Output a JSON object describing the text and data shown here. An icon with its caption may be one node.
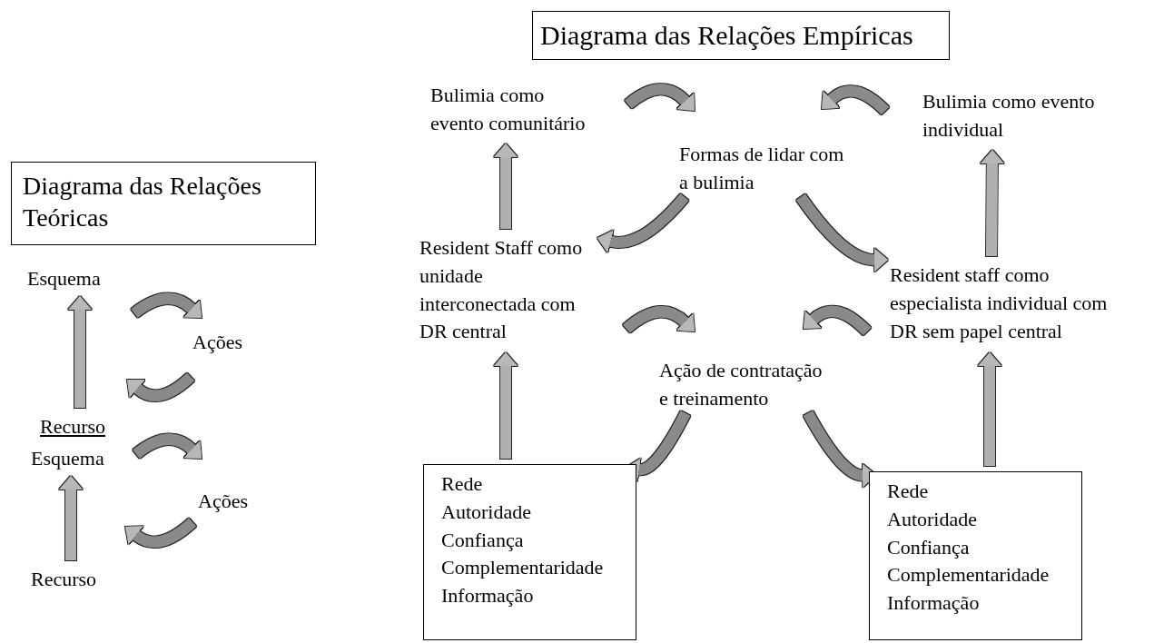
{
  "diagram": {
    "nodes": [
      {
        "text": [
          "Diagrama das Relações Teóricas"
        ]
      },
      {
        "text": [
          "Esquema"
        ]
      },
      {
        "text": [
          "Ações"
        ]
      },
      {
        "text": [
          "Recurso"
        ]
      },
      {
        "text": [
          "Esquema"
        ]
      },
      {
        "text": [
          "Ações"
        ]
      },
      {
        "text": [
          "Recurso"
        ]
      },
      {
        "text": [
          "Diagrama das Relações Empíricas"
        ]
      },
      {
        "text": [
          "Bulimia como evento comunitário"
        ]
      },
      {
        "text": [
          "Formas de lidar com a bulimia"
        ]
      },
      {
        "text": [
          "Bulimia como evento individual"
        ]
      },
      {
        "text": [
          "Resident Staff como unidade interconectada com DR central"
        ]
      },
      {
        "text": [
          "Resident staff como especialista individual com DR sem papel central"
        ]
      },
      {
        "text": [
          "Ação de contratação e treinamento"
        ]
      },
      {
        "text": [
          "Rede",
          "Autoridade",
          "Confiança",
          "Complementaridade",
          "Informação"
        ]
      },
      {
        "text": [
          "Rede",
          "Autoridade",
          "Confiança",
          "Complementaridade",
          "Informação"
        ]
      }
    ],
    "edges": [
      {
        "from": 6,
        "to": 4,
        "arrow": "to"
      },
      {
        "from": 3,
        "to": 1,
        "arrow": "to"
      },
      {
        "from": 1,
        "to": 2,
        "arrow": "to"
      },
      {
        "from": 2,
        "to": 3,
        "arrow": "to"
      },
      {
        "from": 4,
        "to": 5,
        "arrow": "to"
      },
      {
        "from": 5,
        "to": 6,
        "arrow": "to"
      },
      {
        "from": 14,
        "to": 11,
        "arrow": "to"
      },
      {
        "from": 11,
        "to": 8,
        "arrow": "to"
      },
      {
        "from": 15,
        "to": 12,
        "arrow": "to"
      },
      {
        "from": 12,
        "to": 10,
        "arrow": "to"
      },
      {
        "from": 8,
        "to": 9,
        "arrow": "to"
      },
      {
        "from": 10,
        "to": 9,
        "arrow": "to"
      },
      {
        "from": 9,
        "to": 11,
        "arrow": "to"
      },
      {
        "from": 9,
        "to": 12,
        "arrow": "to"
      },
      {
        "from": 11,
        "to": 13,
        "arrow": "to"
      },
      {
        "from": 12,
        "to": 13,
        "arrow": "to"
      },
      {
        "from": 13,
        "to": 14,
        "arrow": "to"
      },
      {
        "from": 13,
        "to": 15,
        "arrow": "to"
      }
    ]
  }
}
